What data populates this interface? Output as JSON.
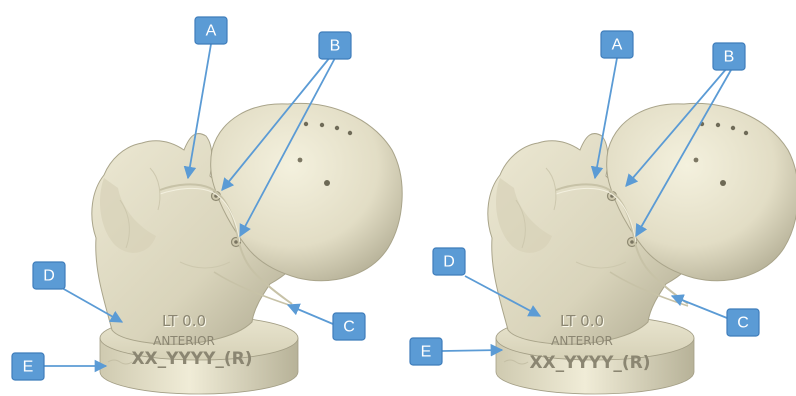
{
  "labels": {
    "a": "A",
    "b": "B",
    "c": "C",
    "d": "D",
    "e": "E"
  },
  "engraving": {
    "line1": "LT 0.0",
    "line2": "ANTERIOR",
    "base_text": "XX_YYYY_(R)"
  },
  "colors": {
    "label_fill": "#5b9bd5",
    "label_border": "#3f7dbb",
    "leader_line": "#5b9bd5",
    "model_surface": "#e6e2cc",
    "model_shadow": "#b8b39b"
  }
}
